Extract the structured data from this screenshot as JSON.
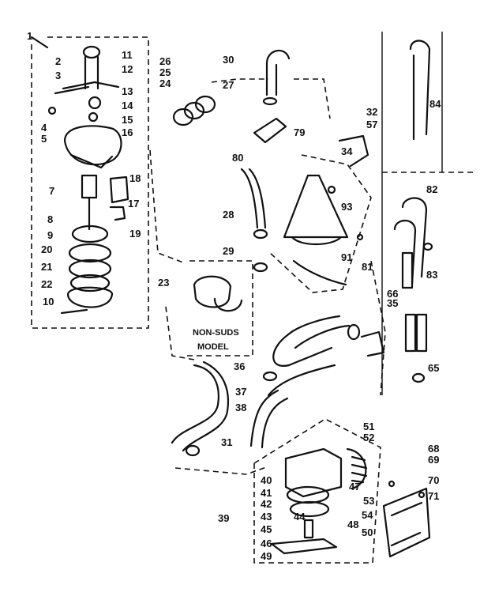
{
  "diagram": {
    "note_line1": "NON-SUDS",
    "note_line2": "MODEL",
    "labels": [
      "1",
      "2",
      "3",
      "4",
      "5",
      "7",
      "8",
      "9",
      "10",
      "11",
      "12",
      "13",
      "14",
      "15",
      "16",
      "17",
      "18",
      "19",
      "20",
      "21",
      "22",
      "23",
      "24",
      "25",
      "26",
      "27",
      "28",
      "29",
      "30",
      "31",
      "32",
      "34",
      "35",
      "36",
      "37",
      "38",
      "39",
      "40",
      "41",
      "42",
      "43",
      "44",
      "45",
      "46",
      "47",
      "48",
      "49",
      "50",
      "51",
      "52",
      "53",
      "54",
      "57",
      "65",
      "66",
      "68",
      "69",
      "70",
      "71",
      "79",
      "80",
      "81",
      "82",
      "83",
      "84",
      "91",
      "93"
    ]
  }
}
